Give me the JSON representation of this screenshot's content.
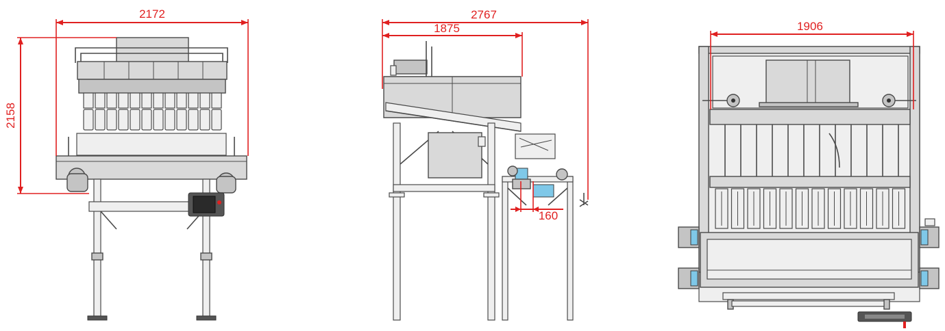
{
  "dimensions": {
    "front_width": "2172",
    "front_height": "2158",
    "side_total_length": "2767",
    "side_hopper_length": "1875",
    "side_offset": "160",
    "top_width": "1906"
  },
  "colors": {
    "dimension": "#e02020",
    "outline": "#4a4a4a",
    "fill_light": "#d9d9d9",
    "fill_mid": "#c4c4c4",
    "accent_blue": "#7fc8e8"
  }
}
